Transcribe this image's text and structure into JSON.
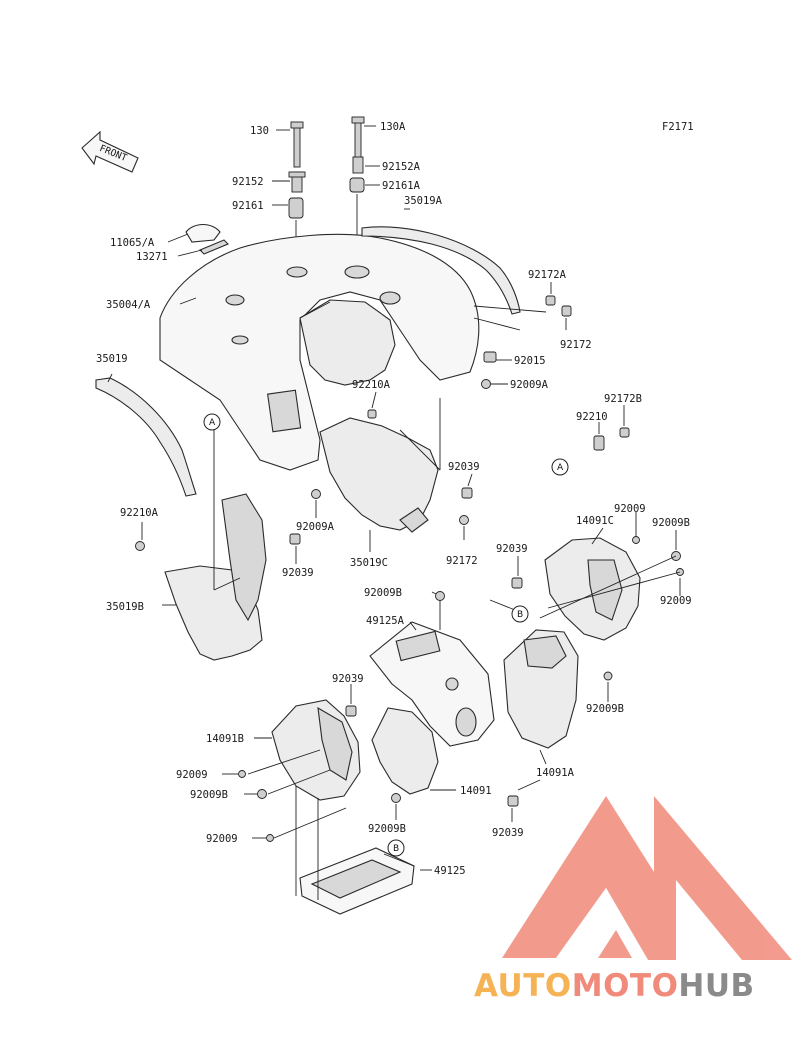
{
  "figure_code": "F2171",
  "front_label": "FRONT",
  "colors": {
    "line": "#2a2a2a",
    "logo_red": "#f08a7a",
    "logo_orange": "#f6b356",
    "logo_dark": "#8a8a8a"
  },
  "parts": [
    {
      "id": "p130",
      "number": "130"
    },
    {
      "id": "p130A",
      "number": "130A"
    },
    {
      "id": "p92152",
      "number": "92152"
    },
    {
      "id": "p92152A",
      "number": "92152A"
    },
    {
      "id": "p92161",
      "number": "92161"
    },
    {
      "id": "p92161A",
      "number": "92161A"
    },
    {
      "id": "p35019A",
      "number": "35019A"
    },
    {
      "id": "p11065A",
      "number": "11065/A"
    },
    {
      "id": "p13271",
      "number": "13271"
    },
    {
      "id": "p92172A",
      "number": "92172A"
    },
    {
      "id": "p35004A",
      "number": "35004/A"
    },
    {
      "id": "p92172",
      "number": "92172"
    },
    {
      "id": "p92015",
      "number": "92015"
    },
    {
      "id": "p35019",
      "number": "35019"
    },
    {
      "id": "p92210A_top",
      "number": "92210A"
    },
    {
      "id": "p92009A",
      "number": "92009A"
    },
    {
      "id": "p92172B",
      "number": "92172B"
    },
    {
      "id": "p92210",
      "number": "92210"
    },
    {
      "id": "p92039_a",
      "number": "92039"
    },
    {
      "id": "p92210A",
      "number": "92210A"
    },
    {
      "id": "p92009A_b",
      "number": "92009A"
    },
    {
      "id": "p92039_b",
      "number": "92039"
    },
    {
      "id": "p35019C",
      "number": "35019C"
    },
    {
      "id": "p92172_b",
      "number": "92172"
    },
    {
      "id": "p92009_a",
      "number": "92009"
    },
    {
      "id": "p14091C",
      "number": "14091C"
    },
    {
      "id": "p92009B_a",
      "number": "92009B"
    },
    {
      "id": "p92039_c",
      "number": "92039"
    },
    {
      "id": "p92009B_b",
      "number": "92009B"
    },
    {
      "id": "p92009_b",
      "number": "92009"
    },
    {
      "id": "p35019B",
      "number": "35019B"
    },
    {
      "id": "p49125A",
      "number": "49125A"
    },
    {
      "id": "p92039_d",
      "number": "92039"
    },
    {
      "id": "p92009B_c",
      "number": "92009B"
    },
    {
      "id": "p14091B",
      "number": "14091B"
    },
    {
      "id": "p14091A",
      "number": "14091A"
    },
    {
      "id": "p92009_c",
      "number": "92009"
    },
    {
      "id": "p92009B_d",
      "number": "92009B"
    },
    {
      "id": "p14091",
      "number": "14091"
    },
    {
      "id": "p92009_d",
      "number": "92009"
    },
    {
      "id": "p92009B_e",
      "number": "92009B"
    },
    {
      "id": "p92039_e",
      "number": "92039"
    },
    {
      "id": "p49125",
      "number": "49125"
    }
  ],
  "ref_markers": {
    "a": "A",
    "b": "B"
  },
  "watermark": {
    "part1": "AUTO",
    "part2": "MOTO",
    "part3": "HUB"
  }
}
